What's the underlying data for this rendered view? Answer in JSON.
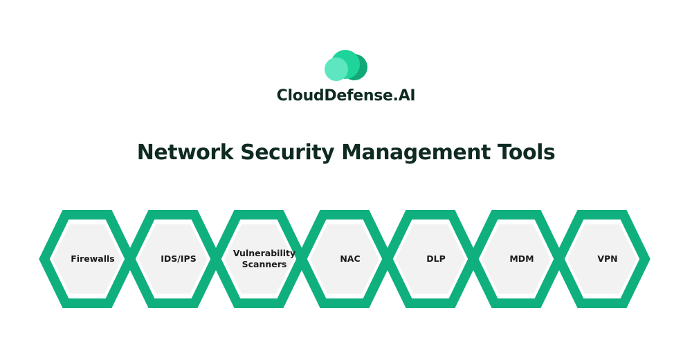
{
  "brand": {
    "name": "CloudDefense.AI",
    "colors": {
      "light": "#5ee6c0",
      "mid": "#1fd49a",
      "dark": "#12a878"
    }
  },
  "title": "Network Security Management Tools",
  "tools": [
    {
      "label": "Firewalls"
    },
    {
      "label": "IDS/IPS"
    },
    {
      "label": "Vulnerability Scanners"
    },
    {
      "label": "NAC"
    },
    {
      "label": "DLP"
    },
    {
      "label": "MDM"
    },
    {
      "label": "VPN"
    }
  ],
  "colors": {
    "hex_border": "#10b07e",
    "hex_fill": "#f2f2f2"
  }
}
